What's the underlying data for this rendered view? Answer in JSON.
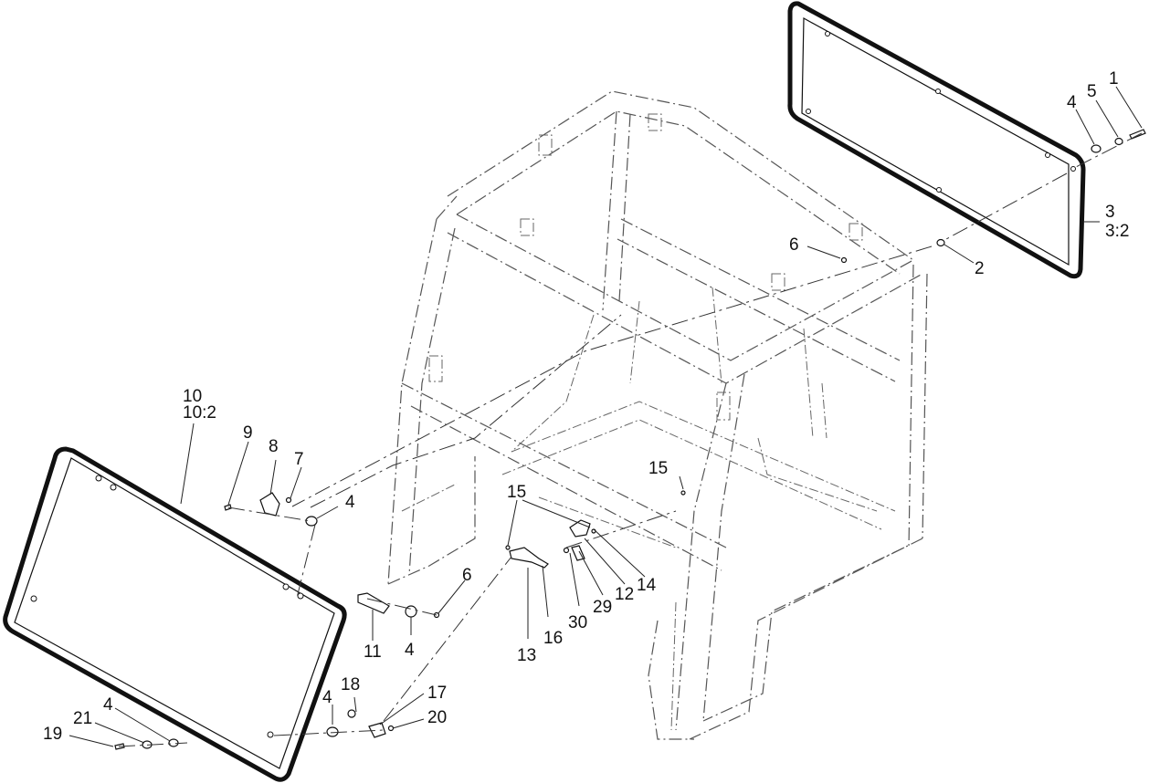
{
  "diagram": {
    "callouts": [
      {
        "id": "c1",
        "text": "1"
      },
      {
        "id": "c5",
        "text": "5"
      },
      {
        "id": "c4a",
        "text": "4"
      },
      {
        "id": "c3",
        "text": "3"
      },
      {
        "id": "c32",
        "text": "3:2"
      },
      {
        "id": "c6a",
        "text": "6"
      },
      {
        "id": "c2",
        "text": "2"
      },
      {
        "id": "c10",
        "text": "10"
      },
      {
        "id": "c102",
        "text": "10:2"
      },
      {
        "id": "c9",
        "text": "9"
      },
      {
        "id": "c8",
        "text": "8"
      },
      {
        "id": "c7",
        "text": "7"
      },
      {
        "id": "c4b",
        "text": "4"
      },
      {
        "id": "c15a",
        "text": "15"
      },
      {
        "id": "c15b",
        "text": "15"
      },
      {
        "id": "c6b",
        "text": "6"
      },
      {
        "id": "c11",
        "text": "11"
      },
      {
        "id": "c4c",
        "text": "4"
      },
      {
        "id": "c14",
        "text": "14"
      },
      {
        "id": "c12",
        "text": "12"
      },
      {
        "id": "c29",
        "text": "29"
      },
      {
        "id": "c30",
        "text": "30"
      },
      {
        "id": "c16",
        "text": "16"
      },
      {
        "id": "c13",
        "text": "13"
      },
      {
        "id": "c18",
        "text": "18"
      },
      {
        "id": "c17",
        "text": "17"
      },
      {
        "id": "c20",
        "text": "20"
      },
      {
        "id": "c4d",
        "text": "4"
      },
      {
        "id": "c4e",
        "text": "4"
      },
      {
        "id": "c21",
        "text": "21"
      },
      {
        "id": "c19",
        "text": "19"
      }
    ]
  }
}
